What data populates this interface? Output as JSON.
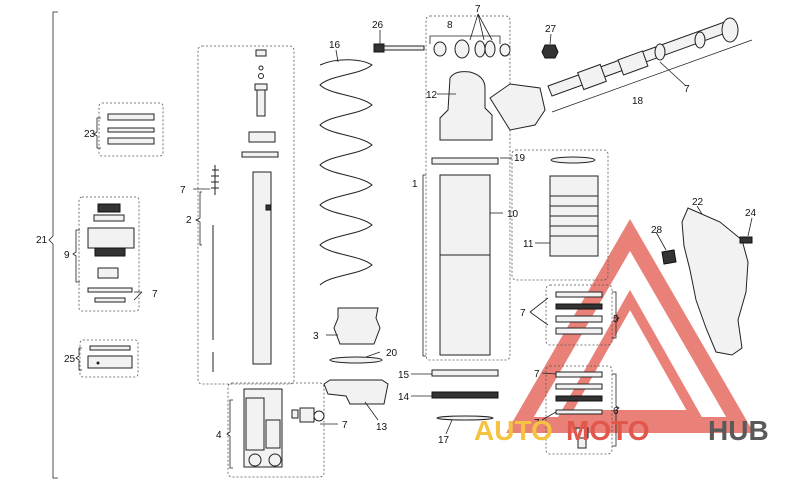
{
  "callouts": {
    "c1": "1",
    "c2": "2",
    "c3": "3",
    "c4": "4",
    "c5": "5",
    "c6": "6",
    "c7": "7",
    "c8": "8",
    "c9": "9",
    "c10": "10",
    "c11": "11",
    "c12": "12",
    "c13": "13",
    "c14": "14",
    "c15": "15",
    "c16": "16",
    "c17": "17",
    "c18": "18",
    "c19": "19",
    "c20": "20",
    "c21": "21",
    "c22": "22",
    "c23": "23",
    "c24": "24",
    "c25": "25",
    "c26": "26",
    "c27": "27",
    "c28": "28"
  },
  "watermark": {
    "auto": "AUTO",
    "moto": "MOTO",
    "hub": "HUB",
    "colors": {
      "auto": "#f5c242",
      "moto": "#e2574c",
      "hub": "#5a5a5a",
      "triangle": "#e2574c"
    }
  }
}
